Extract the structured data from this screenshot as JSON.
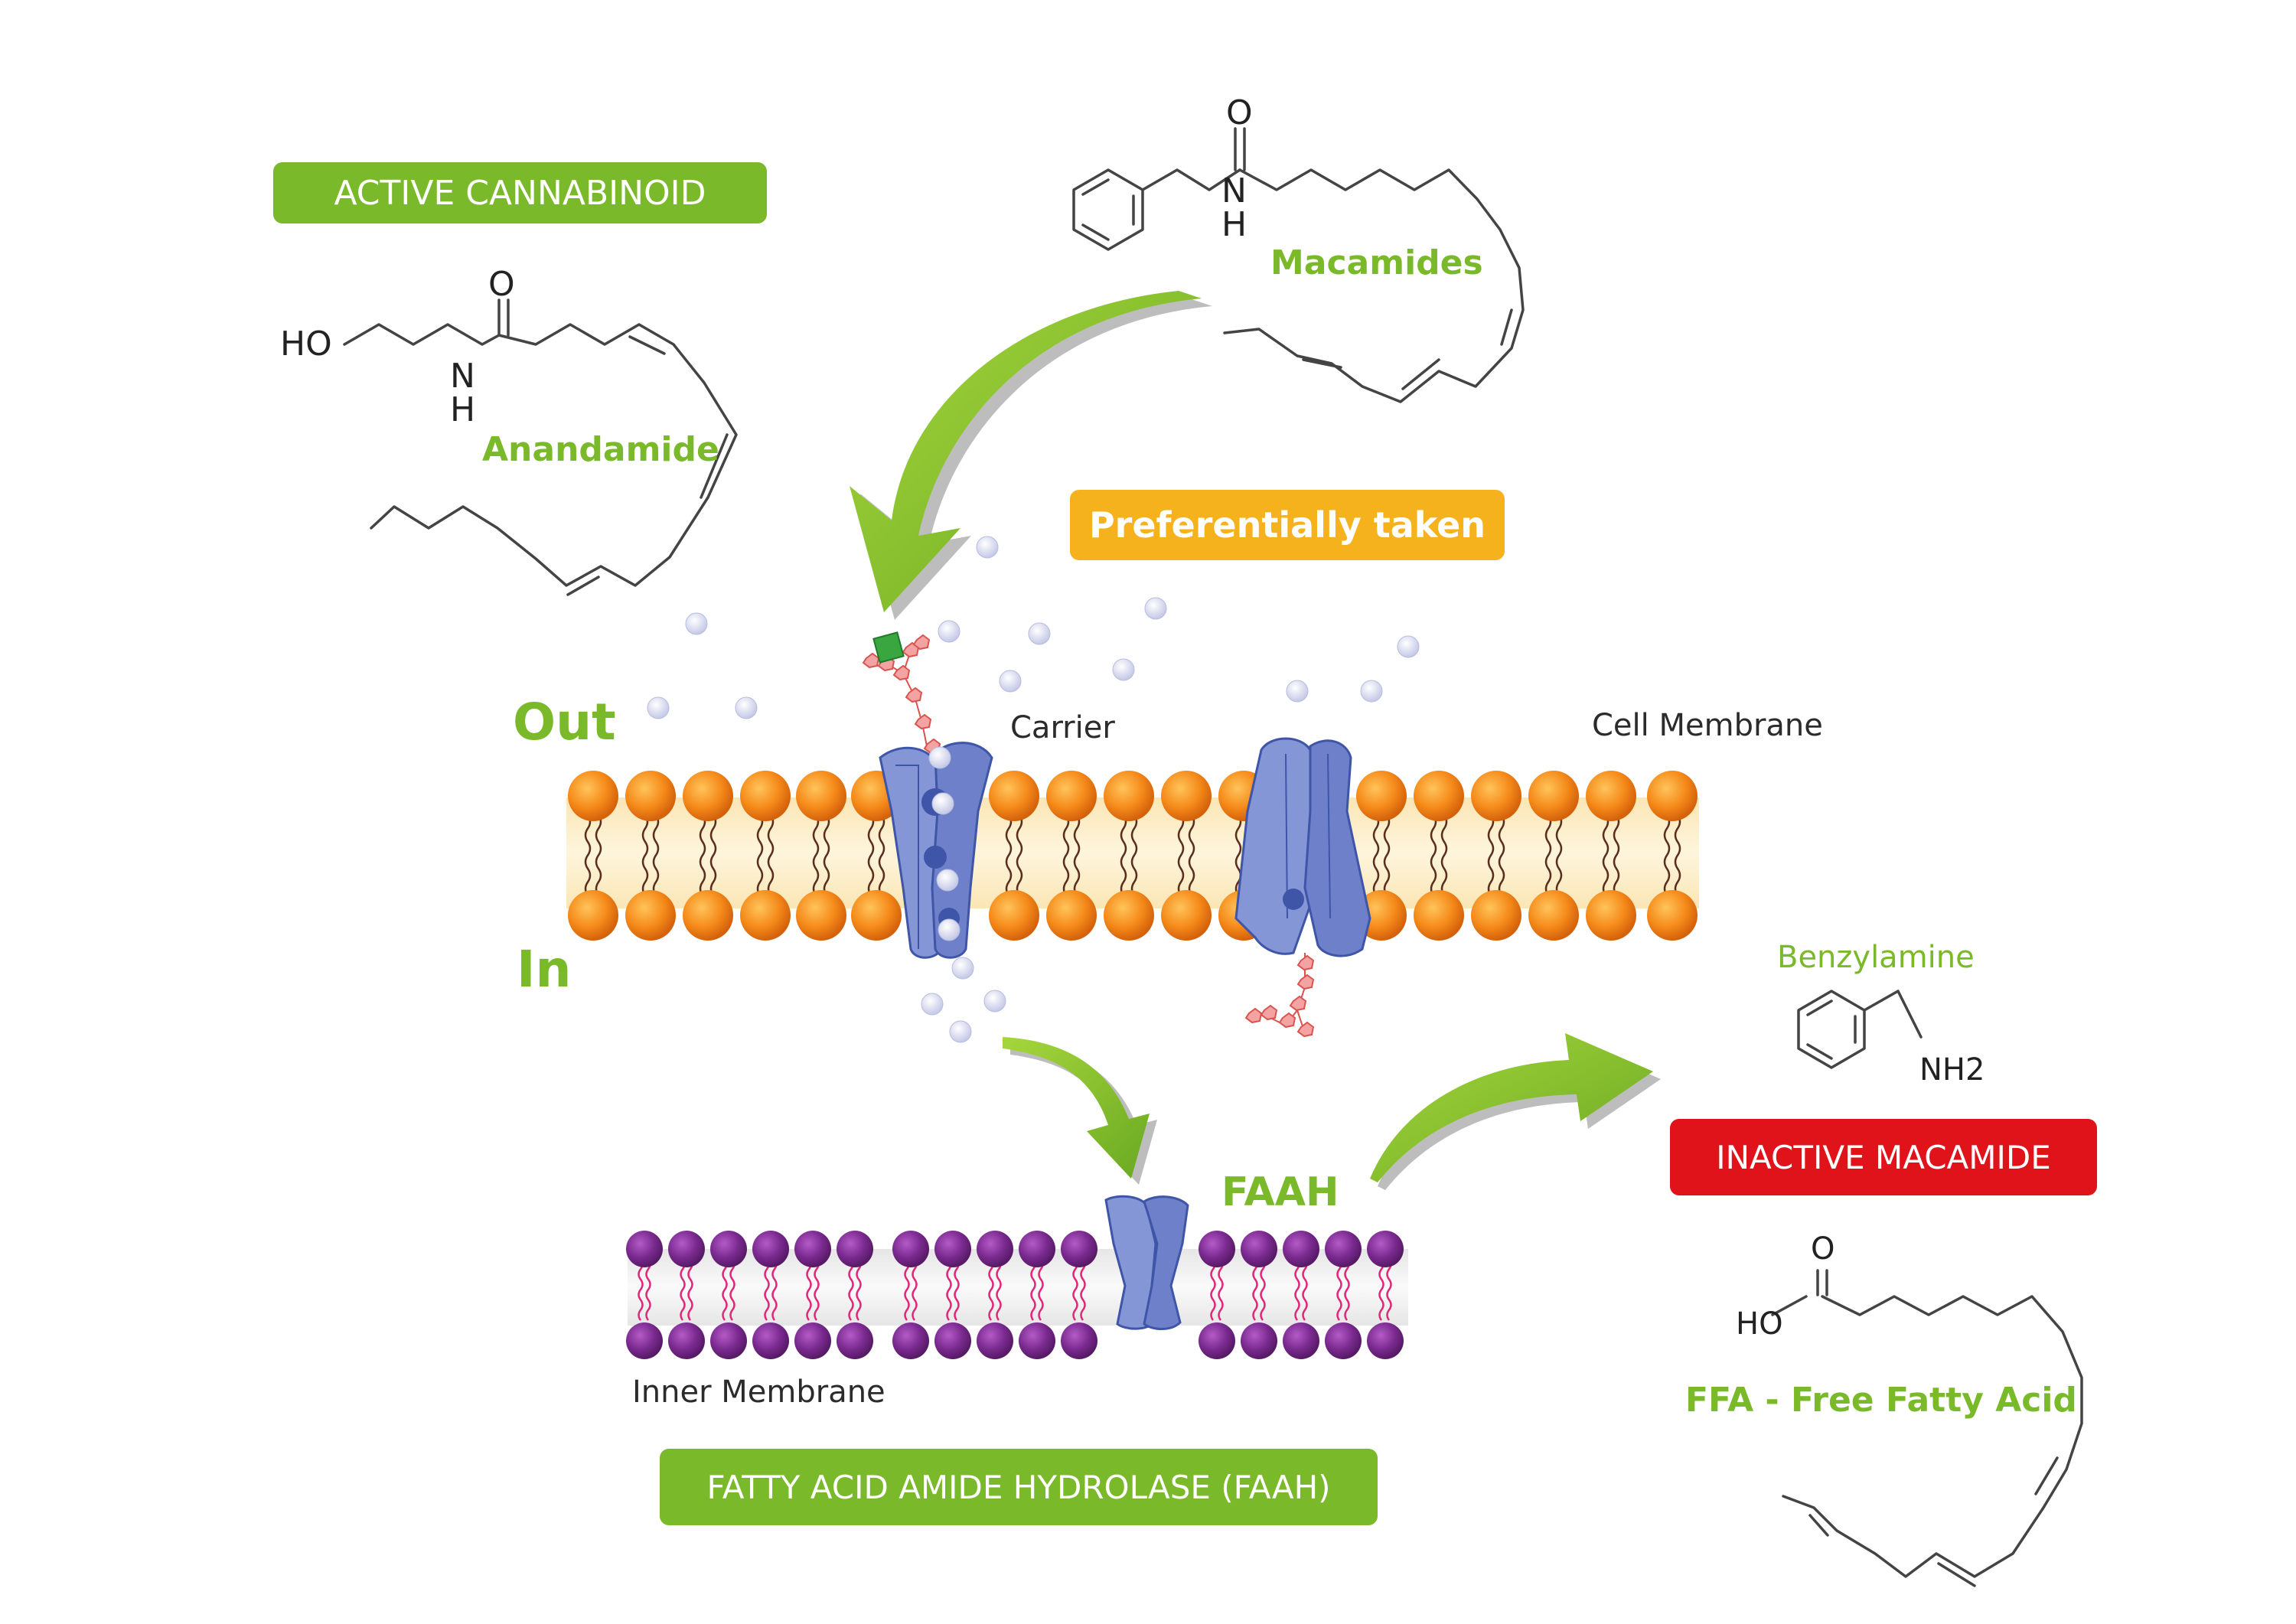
{
  "labels": {
    "active_cannabinoid": "ACTIVE CANNABINOID",
    "anandamide": "Anandamide",
    "macamides": "Macamides",
    "preferentially_taken": "Preferentially taken",
    "out": "Out",
    "in": "In",
    "carrier": "Carrier",
    "cell_membrane": "Cell Membrane",
    "benzylamine": "Benzylamine",
    "inactive_macamide": "INACTIVE MACAMIDE",
    "faah": "FAAH",
    "inner_membrane": "Inner Membrane",
    "fatty_acid_amide_hydrolase": "FATTY ACID AMIDE HYDROLASE (FAAH)",
    "ffa": "FFA - Free Fatty Acid"
  },
  "atoms": {
    "anandamide_ho": "HO",
    "anandamide_o": "O",
    "anandamide_n": "N",
    "anandamide_h": "H",
    "macamide_o": "O",
    "macamide_n": "N",
    "macamide_h": "H",
    "benzylamine_nh2": "NH2",
    "ffa_o": "O",
    "ffa_ho": "HO"
  },
  "colors": {
    "green": "#7ab929",
    "orange": "#f5b21c",
    "red": "#e0131b",
    "phospholipid_head": "#f07d14",
    "inner_head": "#7a2a8f",
    "protein": "#5a6fba",
    "particle": "#c9cde8"
  }
}
